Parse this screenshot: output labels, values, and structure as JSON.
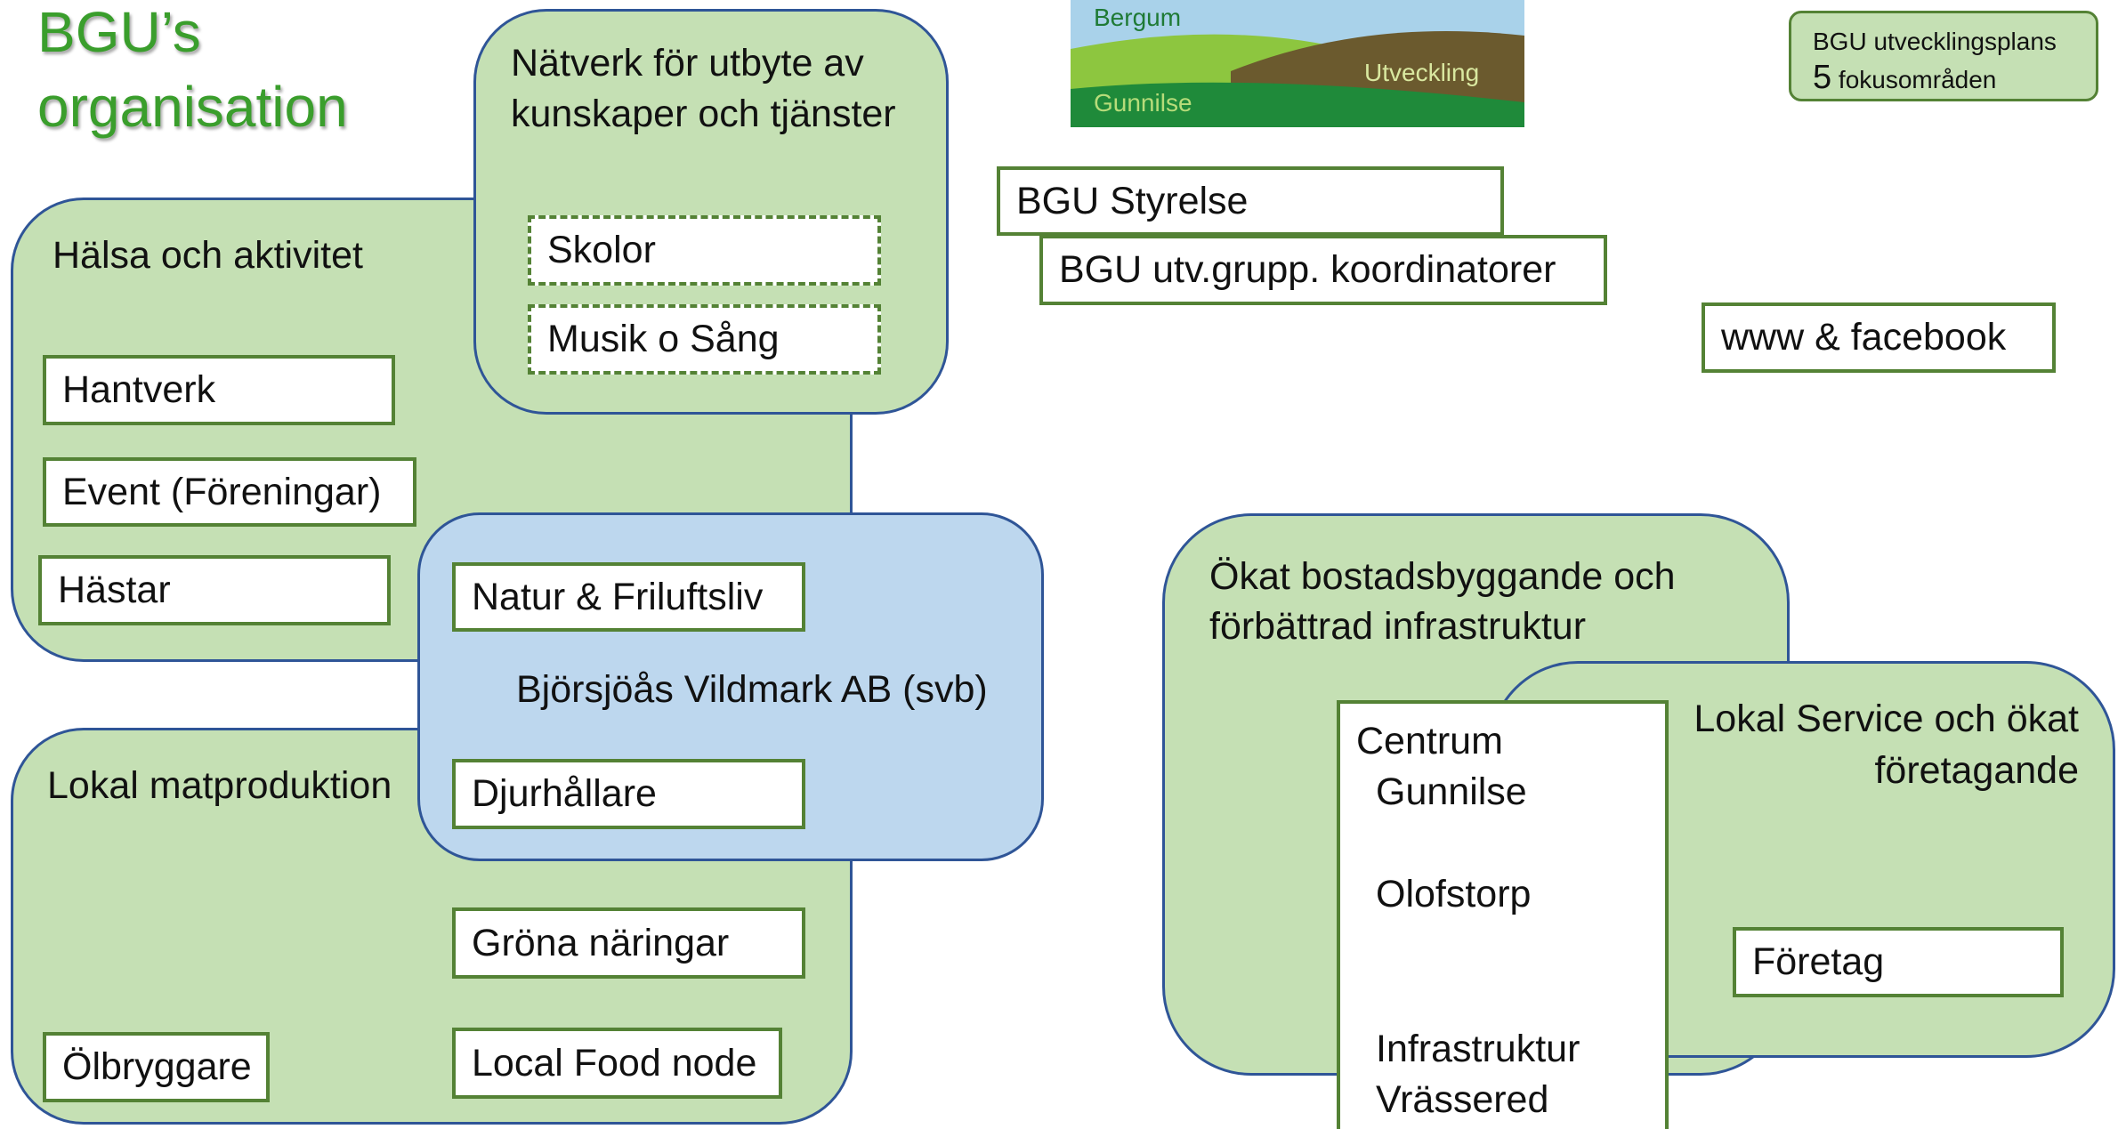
{
  "title": {
    "line1": "BGU’s",
    "line2": "organisation"
  },
  "logo": {
    "word_top": "Bergum",
    "word_right": "Utveckling",
    "word_bottom": "Gunnilse"
  },
  "plan_note": {
    "line1": "BGU utvecklingsplans",
    "line2_number": "5",
    "line2_text": "fokusområden"
  },
  "board": {
    "styrelse": "BGU Styrelse",
    "koordinatorer": "BGU utv.grupp. koordinatorer"
  },
  "web": "www & facebook",
  "network": {
    "title_line1": "Nätverk för utbyte av",
    "title_line2": "kunskaper och tjänster",
    "items": [
      "Skolor",
      "Musik o Sång"
    ]
  },
  "health": {
    "title": "Hälsa och aktivitet",
    "items": [
      "Hantverk",
      "Event  (Föreningar)",
      "Hästar"
    ]
  },
  "vildmark": {
    "title": "Björsjöås Vildmark AB (svb)",
    "items": [
      "Natur & Friluftsliv",
      "Djurhållare"
    ]
  },
  "food": {
    "title": "Lokal matproduktion",
    "items": [
      "Gröna näringar",
      "Local Food node",
      "Ölbryggare"
    ]
  },
  "housing": {
    "title_line1": "Ökat bostadsbyggande och",
    "title_line2": "förbättrad infrastruktur"
  },
  "service": {
    "title_line1": "Lokal Service och ökat",
    "title_line2": "företagande",
    "item": "Företag"
  },
  "centrum": {
    "line1": "Centrum",
    "line2": "Gunnilse",
    "line3": "Olofstorp",
    "line4": "Infrastruktur",
    "line5": "Vrässered"
  },
  "colors": {
    "region_green": "#c5e0b4",
    "region_blue": "#bdd7ee",
    "region_border": "#2f5597",
    "box_border": "#548235",
    "title_green": "#3a9e2c"
  }
}
